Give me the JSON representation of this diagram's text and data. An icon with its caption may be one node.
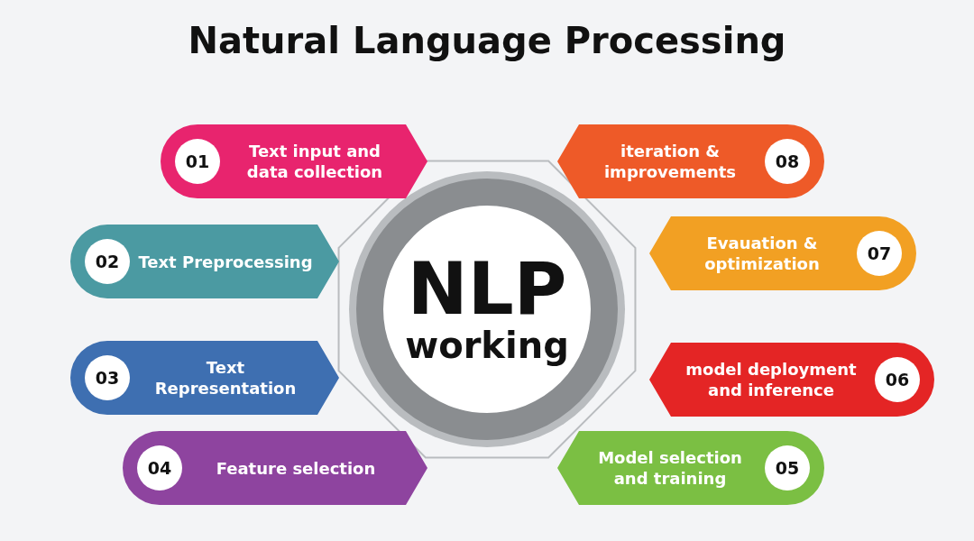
{
  "diagram": {
    "title": "Natural Language Processing",
    "nodes": [
      {
        "text": [
          "NLP",
          "working"
        ]
      },
      {
        "text": [
          "01",
          "Text input and data collection"
        ]
      },
      {
        "text": [
          "iteration & improvements",
          "08"
        ]
      },
      {
        "text": [
          "02",
          "Text Preprocessing"
        ]
      },
      {
        "text": [
          "Evauation & optimization",
          "07"
        ]
      },
      {
        "text": [
          "03",
          "Text Representation"
        ]
      },
      {
        "text": [
          "model deployment and inference",
          "06"
        ]
      },
      {
        "text": [
          "04",
          "Feature selection"
        ]
      },
      {
        "text": [
          "Model selection and training",
          "05"
        ]
      }
    ]
  }
}
